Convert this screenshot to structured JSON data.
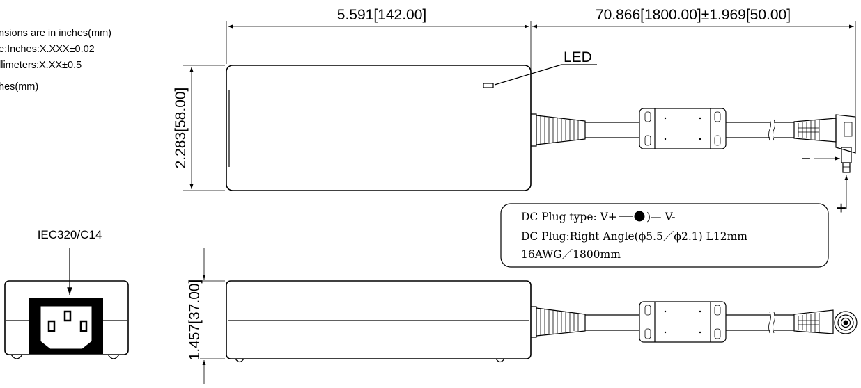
{
  "notes": {
    "line1": "nsions are in inches(mm)",
    "line2": "e:Inches:X.XXX±0.02",
    "line3": "llimeters:X.XX±0.5",
    "line4": "hes(mm)"
  },
  "dimensions": {
    "body_length": "5.591[142.00]",
    "cable_length": "70.866[1800.00]±1.969[50.00]",
    "body_width": "2.283[58.00]",
    "body_height": "1.457[37.00]"
  },
  "labels": {
    "led": "LED",
    "iec": "IEC320/C14"
  },
  "polarity": {
    "minus": "−",
    "plus": "+"
  },
  "plug_spec": {
    "line1_prefix": "DC Plug type: V+",
    "line1_suffix": ")— V-",
    "line2": "DC Plug:Right Angle(ϕ5.5／ϕ2.1) L12mm",
    "line3": "16AWG／1800mm"
  }
}
